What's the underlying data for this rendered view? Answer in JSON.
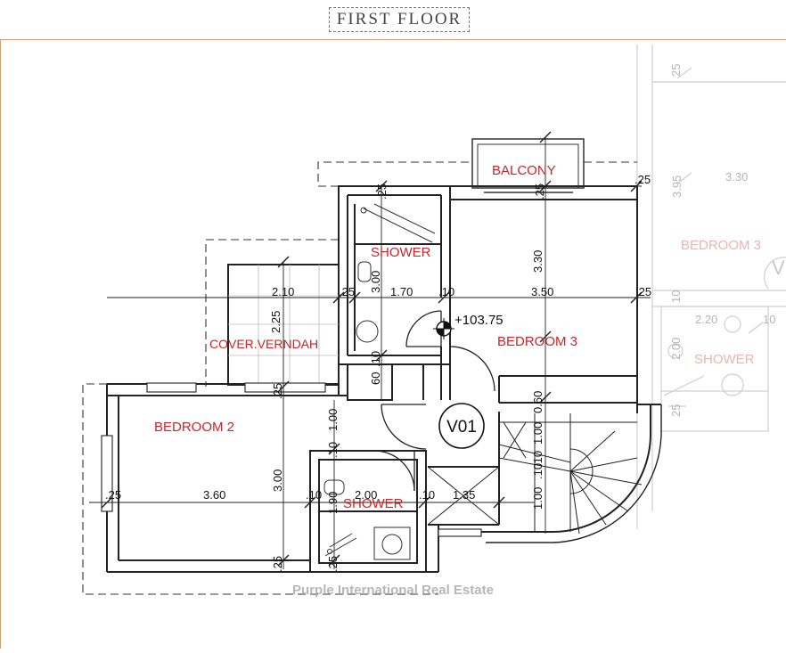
{
  "title": "FIRST FLOOR",
  "watermark": "Purple International Real Estate",
  "level": "+103.75",
  "tag": "V01",
  "rooms": {
    "balcony": "BALCONY",
    "shower_top": "SHOWER",
    "bedroom3": "BEDROOM 3",
    "verandah": "COVER.VERNDAH",
    "bedroom2": "BEDROOM 2",
    "shower_bottom": "SHOWER"
  },
  "dims": {
    "d_25_balcony": ".25",
    "d_25_balcony_right": ".25",
    "d_25_shower_top": ".25",
    "d_3_30": "3.30",
    "d_3_00_shower": "3.00",
    "d_2_10": "2.10",
    "d_25_a": ".25",
    "d_1_70": "1.70",
    "d_10_a": ".10",
    "d_3_50": "3.50",
    "d_25_b": ".25",
    "d_2_25": "2.25",
    "d_60": "60",
    "d_10_b": ".10",
    "d_25_c": ".25",
    "d_0_60": "0.60",
    "d_1_00_a": "1.00",
    "d_10_c": ".10",
    "d_3_00_bed2": "3.00",
    "d_1_00_b": "1.00",
    "d_10_d": ".10",
    "d_25_d": ".25",
    "d_3_60": "3.60",
    "d_10_e": ".10",
    "d_2_00": "2.00",
    "d_10_f": ".10",
    "d_1_35": "1.35",
    "d_1_00_c": "1.00",
    "d_10_g": ".10",
    "d_1_90": "1.90",
    "d_25_e": ".25",
    "d_25_f": ".25"
  },
  "ghost": {
    "d_25_top": "25",
    "d_3_95": "3.95",
    "d_3_30": "3.30",
    "bedroom3": "BEDROOM 3",
    "v_letter": "V",
    "d_10_a": "10",
    "d_2_20": "2.20",
    "d_10_b": "10",
    "d_2_00": "2.00",
    "shower": "SHOWER",
    "d_25_bottom": "25"
  }
}
